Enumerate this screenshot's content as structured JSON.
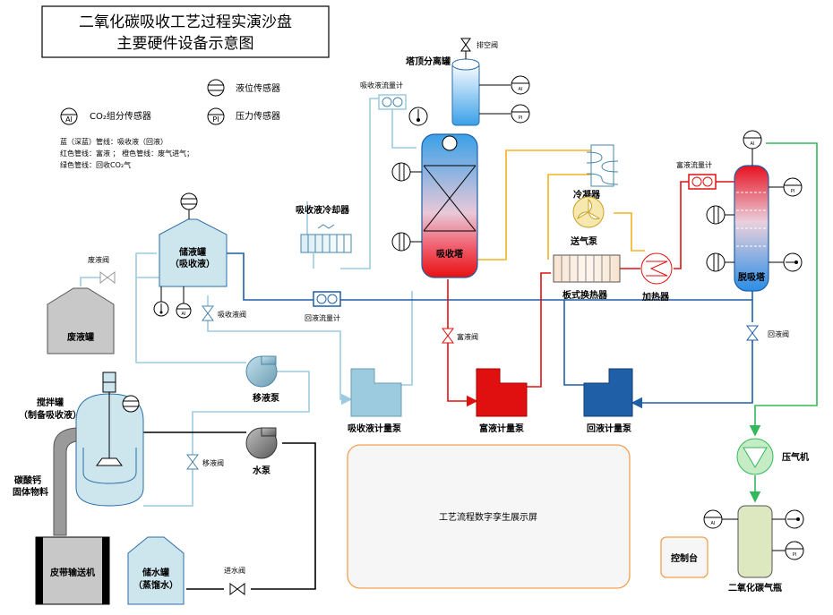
{
  "title": {
    "line1": "二氧化碳吸收工艺过程实演沙盘",
    "line2": "主要硬件设备示意图"
  },
  "legend": {
    "level_sensor": "液位传感器",
    "co2_sensor": "CO₂组分传感器",
    "pressure_sensor": "压力传感器",
    "pipe_notes": [
      "蓝（深蓝）管线：吸收液（回液）",
      "红色管线：富液 ；  橙色管线：废气进气；",
      "绿色管线：回收CO₂气"
    ]
  },
  "sensor_tags": {
    "ai": "AI",
    "pi": "PI"
  },
  "equipment": {
    "top_separator": "塔顶分离罐",
    "vent_valve": "排空阀",
    "absorb_flowmeter": "吸收液流量计",
    "absorber": "吸收塔",
    "absorb_cooler": "吸收液冷却器",
    "storage_tank_l1": "储液罐",
    "storage_tank_l2": "（吸收液）",
    "waste_valve": "废液阀",
    "waste_tank": "废液罐",
    "absorb_valve": "吸收液阀",
    "return_flowmeter": "回液流量计",
    "transfer_pump": "移液泵",
    "mixer_l1": "搅拌罐",
    "mixer_l2": "（制备吸收液）",
    "transfer_valve": "移液阀",
    "water_pump": "水泵",
    "solid_l1": "碳酸钙",
    "solid_l2": "固体物料",
    "conveyor": "皮带输送机",
    "water_tank_l1": "储水罐",
    "water_tank_l2": "（蒸馏水）",
    "inlet_valve": "进水阀",
    "condenser": "冷凝器",
    "blower": "送气泵",
    "plate_hx": "板式换热器",
    "heater": "加热器",
    "rich_flowmeter": "富液流量计",
    "desorber": "脱吸塔",
    "rich_valve": "富液阀",
    "return_valve": "回液阀",
    "absorb_meter_pump": "吸收液计量泵",
    "rich_meter_pump": "富液计量泵",
    "return_meter_pump": "回液计量泵",
    "compressor": "压气机",
    "co2_tank": "二氧化碳气瓶",
    "display": "工艺流程数字孪生展示屏",
    "console": "控制台"
  },
  "colors": {
    "light_blue": "#9ccbe0",
    "dark_blue": "#1f5fa8",
    "red": "#e01010",
    "orange": "#f2b320",
    "green": "#33b85a",
    "tank_fill": "#cde6ee",
    "gray_tank": "#c8c8c8"
  }
}
